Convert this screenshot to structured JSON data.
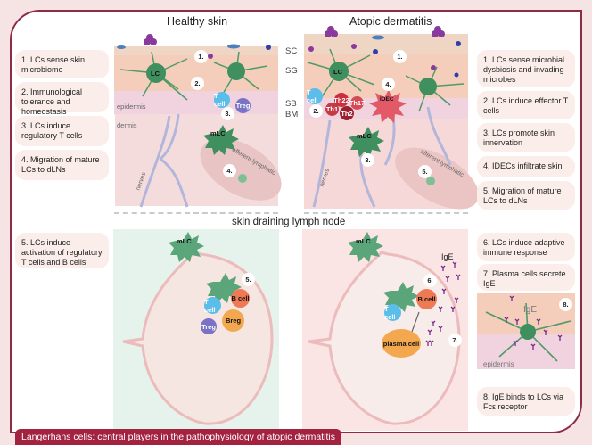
{
  "figure_title": "Langerhans cells: central players in the pathophysiology of atopic dermatitis",
  "panels": {
    "healthy": {
      "title": "Healthy skin"
    },
    "atopic": {
      "title": "Atopic dermatitis"
    },
    "lymph_node": {
      "title": "skin draining lymph node"
    }
  },
  "layer_labels": [
    "SC",
    "SG",
    "SB",
    "BM"
  ],
  "tissue_labels": {
    "epidermis": "epidermis",
    "dermis": "dermis",
    "nerves": "nerves",
    "afferent_lymphatic": "afferent lymphatic",
    "ige": "IgE"
  },
  "cell_labels": {
    "lc": "LC",
    "mlc": "mLC",
    "t_cell": "T cell",
    "treg": "Treg",
    "th22": "Th22",
    "th17": "Th17",
    "th1": "Th1",
    "th2": "Th2",
    "idec": "IDEC",
    "b_cell": "B cell",
    "breg": "Breg",
    "plasma_cell": "plasma cell"
  },
  "markers": [
    "1.",
    "2.",
    "3.",
    "4.",
    "5.",
    "6.",
    "7.",
    "8."
  ],
  "healthy_callouts": [
    "1. LCs sense skin microbiome",
    "2. Immunological tolerance and homeostasis",
    "3. LCs induce regulatory T cells",
    "4. Migration of mature LCs to dLNs",
    "5. LCs induce activation of regulatory T cells and B cells"
  ],
  "atopic_callouts": [
    "1. LCs sense microbial dysbiosis and invading microbes",
    "2. LCs induce effector T cells",
    "3. LCs promote skin innervation",
    "4. IDECs infiltrate skin",
    "5. Migration of mature LCs to dLNs",
    "6. LCs induce adaptive immune response",
    "7. Plasma cells secrete IgE",
    "8. IgE binds to LCs via Fcε receptor"
  ],
  "colors": {
    "frame": "#8e2a4a",
    "footer": "#a3223f",
    "lc_green": "#3f8f5f",
    "callout_bg": "#fbeeea",
    "healthy_ln_bg": "#e6f3ec",
    "atopic_ln_bg": "#fbe4e4"
  }
}
